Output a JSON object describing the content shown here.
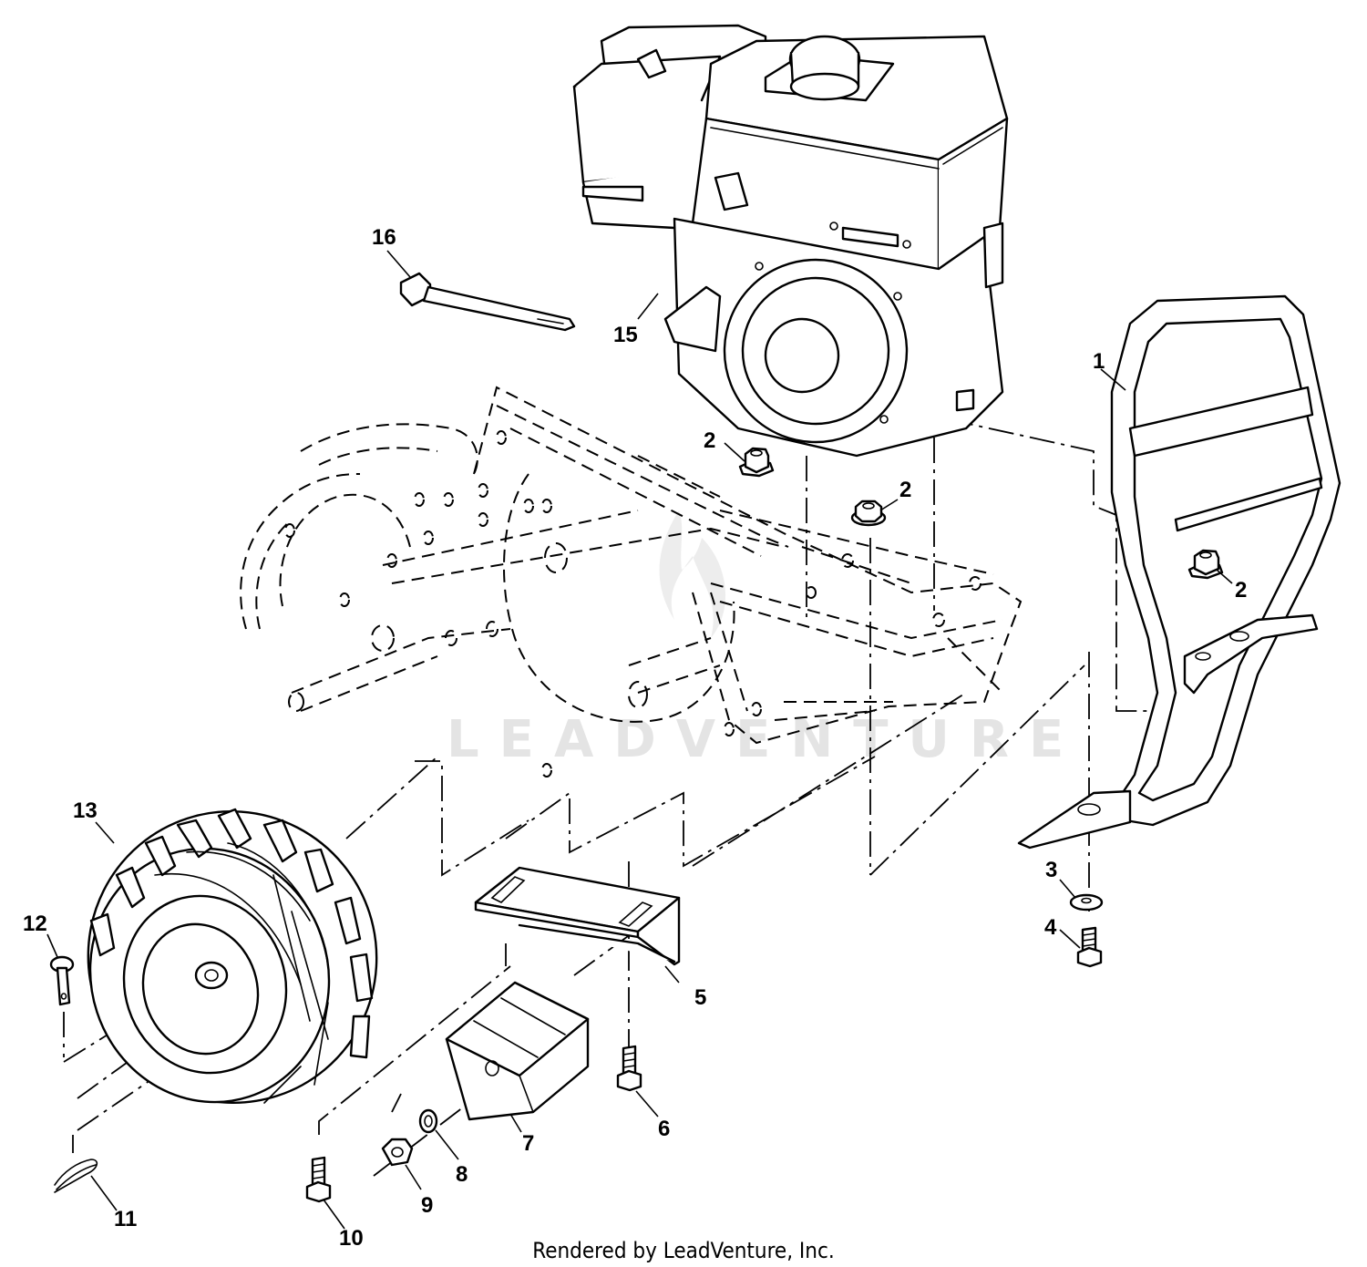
{
  "diagram": {
    "credit_text": "Rendered by LeadVenture, Inc.",
    "watermark_text": "LEADVENTURE",
    "callouts": [
      {
        "id": "1",
        "label": "1"
      },
      {
        "id": "2a",
        "label": "2"
      },
      {
        "id": "2b",
        "label": "2"
      },
      {
        "id": "2c",
        "label": "2"
      },
      {
        "id": "3",
        "label": "3"
      },
      {
        "id": "4",
        "label": "4"
      },
      {
        "id": "5",
        "label": "5"
      },
      {
        "id": "6",
        "label": "6"
      },
      {
        "id": "7",
        "label": "7"
      },
      {
        "id": "8",
        "label": "8"
      },
      {
        "id": "9",
        "label": "9"
      },
      {
        "id": "10",
        "label": "10"
      },
      {
        "id": "11",
        "label": "11"
      },
      {
        "id": "12",
        "label": "12"
      },
      {
        "id": "13",
        "label": "13"
      },
      {
        "id": "15",
        "label": "15"
      },
      {
        "id": "16",
        "label": "16"
      }
    ]
  }
}
